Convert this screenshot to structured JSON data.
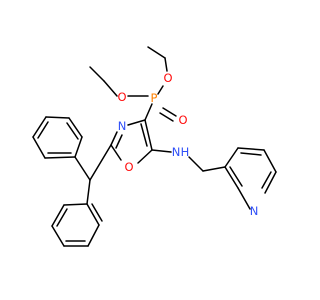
{
  "atoms": {
    "O1": {
      "text": "O",
      "color": "#FF0D0D"
    },
    "O2": {
      "text": "O",
      "color": "#FF0D0D"
    },
    "P": {
      "text": "P",
      "color": "#FF8000"
    },
    "O3": {
      "text": "O",
      "color": "#FF0D0D"
    },
    "N1": {
      "text": "N",
      "color": "#3050F8"
    },
    "O4": {
      "text": "O",
      "color": "#FF0D0D"
    },
    "N2": {
      "text": "N",
      "color": "#3050F8"
    },
    "H": {
      "text": "H",
      "color": "#3050F8"
    },
    "N3": {
      "text": "N",
      "color": "#3050F8"
    }
  },
  "bond_color": "#000000"
}
